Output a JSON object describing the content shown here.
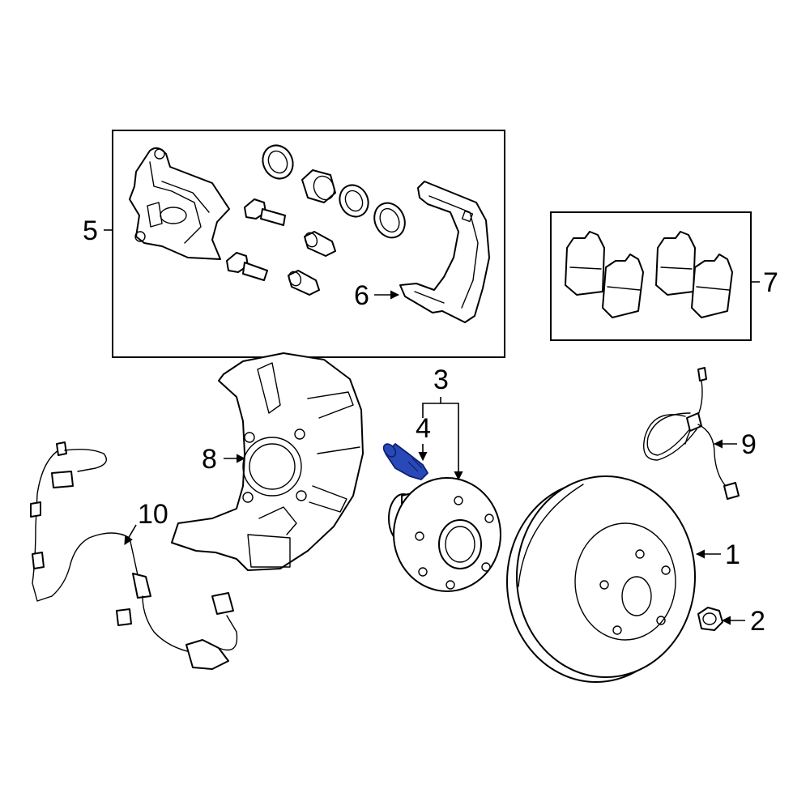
{
  "callouts": {
    "c1": "1",
    "c2": "2",
    "c3": "3",
    "c4": "4",
    "c5": "5",
    "c6": "6",
    "c7": "7",
    "c8": "8",
    "c9": "9",
    "c10": "10"
  },
  "colors": {
    "line": "#000000",
    "background": "#ffffff",
    "highlight_part": "#2a49b8"
  }
}
